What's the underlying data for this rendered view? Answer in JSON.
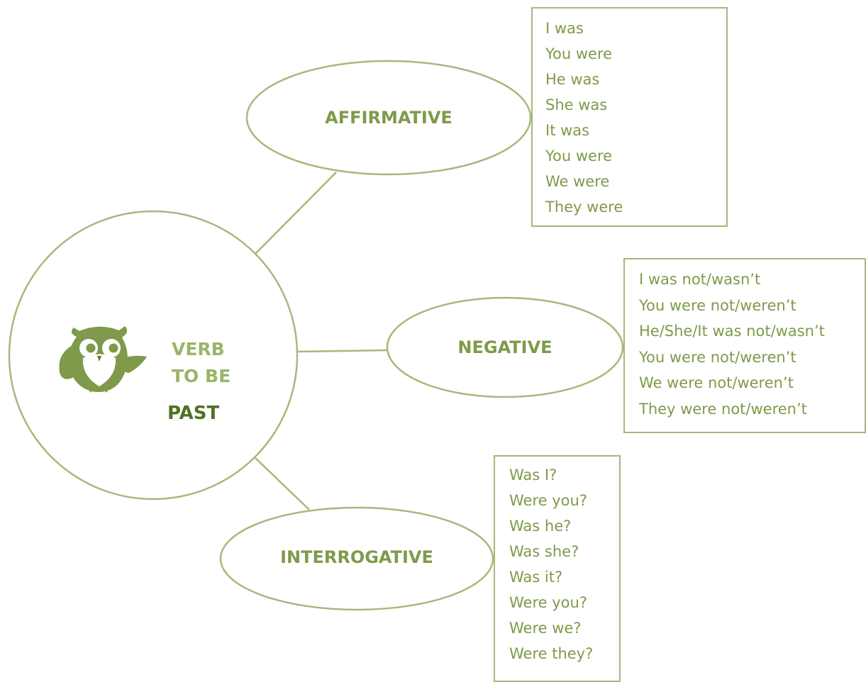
{
  "center": {
    "title_line1": "VERB",
    "title_line2": "TO BE",
    "subtitle": "PAST",
    "mascot_icon": "owl-icon"
  },
  "branches": {
    "affirmative": {
      "label": "AFFIRMATIVE",
      "items": [
        "I was",
        "You were",
        "He was",
        "She was",
        "It was",
        "You were",
        "We were",
        "They were"
      ]
    },
    "negative": {
      "label": "NEGATIVE",
      "items": [
        "I was not/wasn’t",
        "You were not/weren’t",
        "He/She/It was not/wasn’t",
        "You were not/weren’t",
        "We were not/weren’t",
        "They were not/weren’t"
      ]
    },
    "interrogative": {
      "label": "INTERROGATIVE",
      "items": [
        "Was I?",
        "Were you?",
        "Was he?",
        "Was she?",
        "Was it?",
        "Were you?",
        "Were we?",
        "Were they?"
      ]
    }
  },
  "colors": {
    "outline": "#a5b97c",
    "text": "#7f9a4a",
    "title": "#9ab56a",
    "subtitle": "#4f7127",
    "owl": "#7f9a4a"
  }
}
